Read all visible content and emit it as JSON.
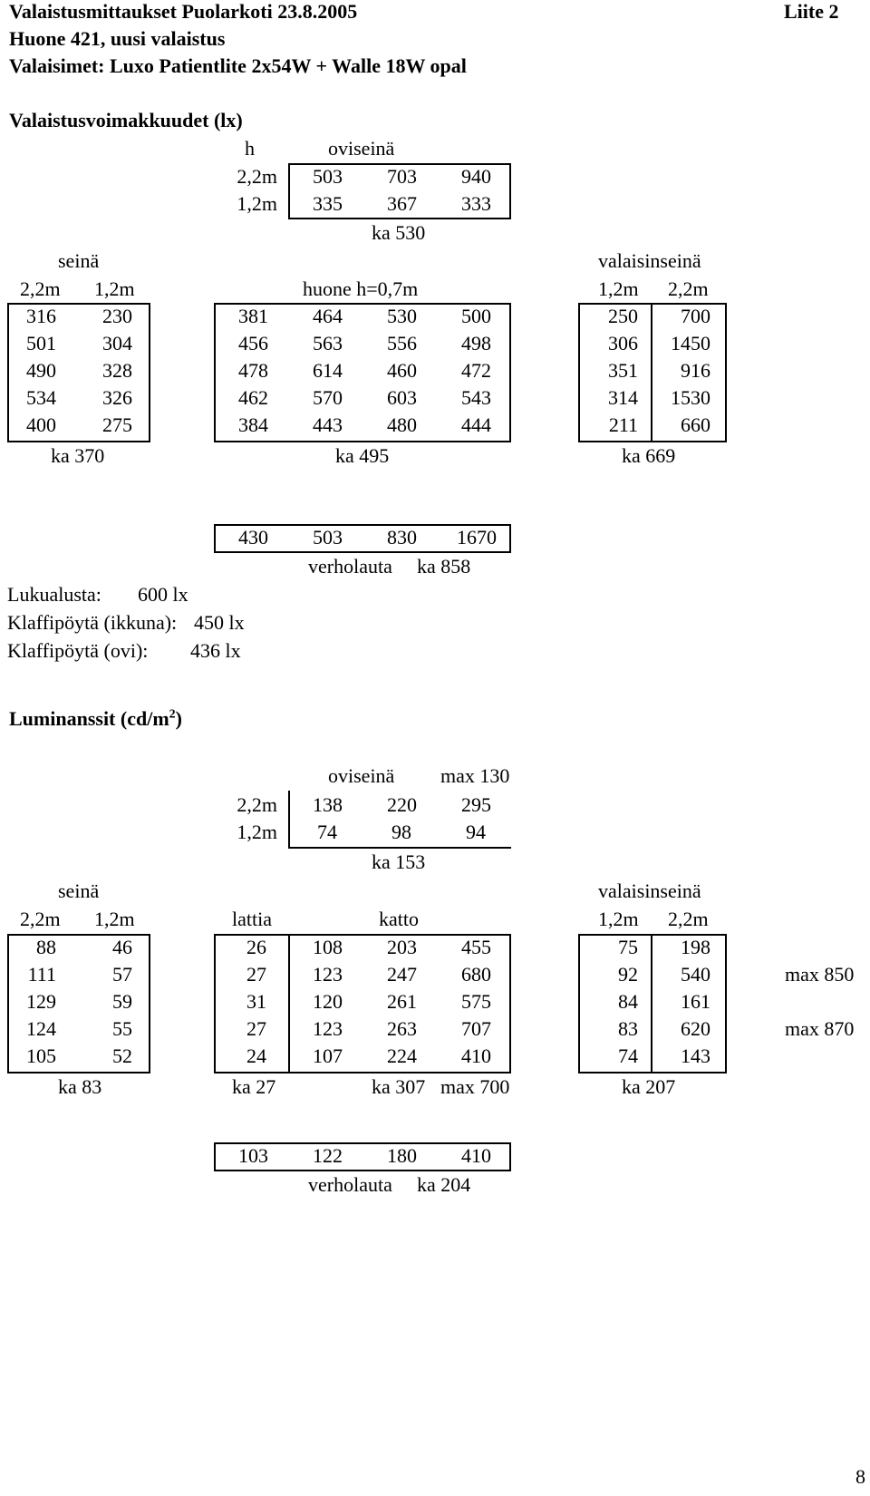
{
  "header": {
    "title": "Valaistusmittaukset Puolarkoti 23.8.2005",
    "appendix": "Liite 2",
    "room": "Huone 421, uusi valaistus",
    "luminaires": "Valaisimet: Luxo Patientlite 2x54W + Walle 18W opal"
  },
  "illuminance": {
    "heading": "Valaistusvoimakkuudet (lx)",
    "door_wall": {
      "h_label": "h",
      "title": "oviseinä",
      "rows": [
        {
          "h": "2,2m",
          "v": [
            "503",
            "703",
            "940"
          ]
        },
        {
          "h": "1,2m",
          "v": [
            "335",
            "367",
            "333"
          ]
        }
      ],
      "avg": "ka 530"
    },
    "wall": {
      "title": "seinä",
      "h1": "2,2m",
      "h2": "1,2m",
      "rows": [
        [
          "316",
          "230"
        ],
        [
          "501",
          "304"
        ],
        [
          "490",
          "328"
        ],
        [
          "534",
          "326"
        ],
        [
          "400",
          "275"
        ]
      ],
      "avg": "ka 370"
    },
    "room": {
      "title": "huone h=0,7m",
      "rows": [
        [
          "381",
          "464",
          "530",
          "500"
        ],
        [
          "456",
          "563",
          "556",
          "498"
        ],
        [
          "478",
          "614",
          "460",
          "472"
        ],
        [
          "462",
          "570",
          "603",
          "543"
        ],
        [
          "384",
          "443",
          "480",
          "444"
        ]
      ],
      "avg": "ka 495"
    },
    "lamp_wall": {
      "title": "valaisinseinä",
      "h1": "1,2m",
      "h2": "2,2m",
      "rows": [
        [
          "250",
          "700"
        ],
        [
          "306",
          "1450"
        ],
        [
          "351",
          "916"
        ],
        [
          "314",
          "1530"
        ],
        [
          "211",
          "660"
        ]
      ],
      "avg": "ka 669"
    },
    "curtain": {
      "values": [
        "430",
        "503",
        "830",
        "1670"
      ],
      "label": "verholauta",
      "avg": "ka 858"
    },
    "extras": [
      {
        "label": "Lukualusta:",
        "value": "600 lx"
      },
      {
        "label": "Klaffipöytä (ikkuna):",
        "value": "450 lx"
      },
      {
        "label": "Klaffipöytä (ovi):",
        "value": "436 lx"
      }
    ]
  },
  "luminance": {
    "heading": "Luminanssit (cd/m",
    "heading_sup": "2",
    "heading_end": ")",
    "door_wall": {
      "title": "oviseinä",
      "max": "max 130",
      "rows": [
        {
          "h": "2,2m",
          "v": [
            "138",
            "220",
            "295"
          ]
        },
        {
          "h": "1,2m",
          "v": [
            "74",
            "98",
            "94"
          ]
        }
      ],
      "avg": "ka 153"
    },
    "wall": {
      "title": "seinä",
      "h1": "2,2m",
      "h2": "1,2m",
      "rows": [
        [
          "88",
          "46"
        ],
        [
          "111",
          "57"
        ],
        [
          "129",
          "59"
        ],
        [
          "124",
          "55"
        ],
        [
          "105",
          "52"
        ]
      ],
      "avg": "ka 83"
    },
    "floor": {
      "title": "lattia",
      "rows": [
        "26",
        "27",
        "31",
        "27",
        "24"
      ],
      "avg": "ka 27"
    },
    "ceiling": {
      "title": "katto",
      "rows": [
        [
          "108",
          "203",
          "455"
        ],
        [
          "123",
          "247",
          "680"
        ],
        [
          "120",
          "261",
          "575"
        ],
        [
          "123",
          "263",
          "707"
        ],
        [
          "107",
          "224",
          "410"
        ]
      ],
      "avg": "ka 307",
      "max": "max 700"
    },
    "lamp_wall": {
      "title": "valaisinseinä",
      "h1": "1,2m",
      "h2": "2,2m",
      "rows": [
        [
          "75",
          "198"
        ],
        [
          "92",
          "540"
        ],
        [
          "84",
          "161"
        ],
        [
          "83",
          "620"
        ],
        [
          "74",
          "143"
        ]
      ],
      "avg": "ka 207",
      "side_max": [
        "max 850",
        "max 870"
      ]
    },
    "curtain": {
      "values": [
        "103",
        "122",
        "180",
        "410"
      ],
      "label": "verholauta",
      "avg": "ka 204"
    }
  },
  "page_number": "8"
}
